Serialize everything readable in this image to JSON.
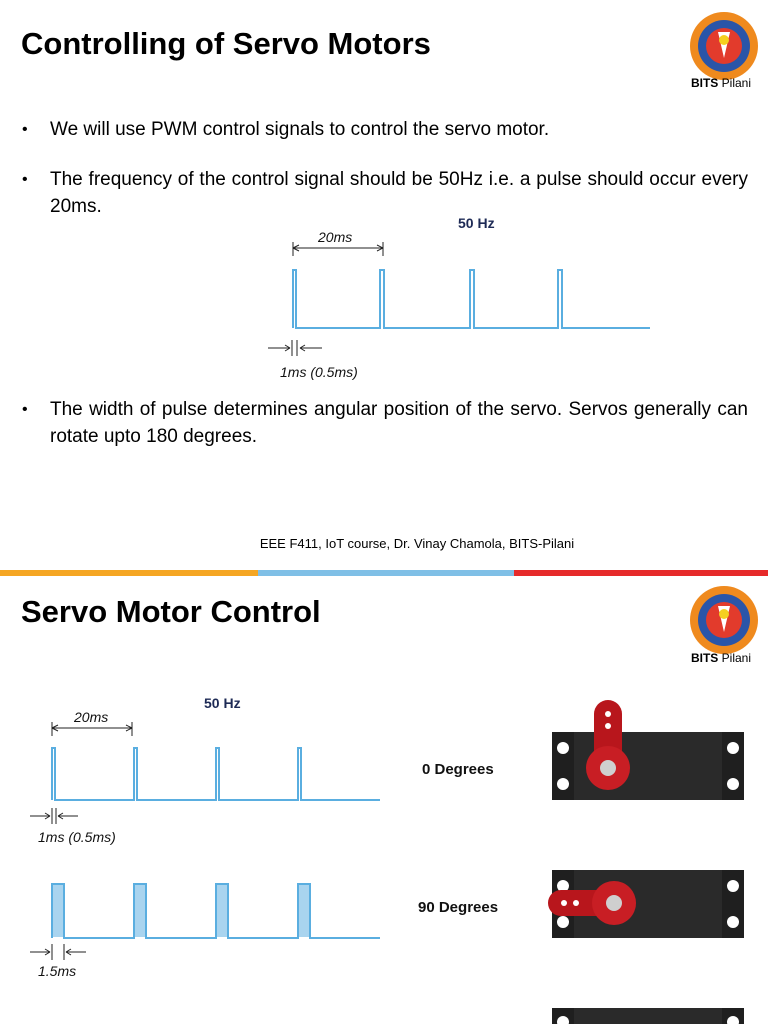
{
  "slide1": {
    "title": "Controlling of Servo Motors",
    "logo_label_bold": "BITS",
    "logo_label_rest": "Pilani",
    "bullets": [
      "We will use PWM control signals to control the servo motor.",
      "The frequency of the control signal should be 50Hz i.e. a pulse should occur every 20ms.",
      "The width of pulse determines angular position of the servo. Servos generally can rotate upto 180 degrees."
    ],
    "diagram": {
      "freq": "50 Hz",
      "period": "20ms",
      "pulse": "1ms  (0.5ms)"
    },
    "footer": "EEE F411, IoT course, Dr. Vinay Chamola, BITS-Pilani"
  },
  "slide2": {
    "title": "Servo Motor Control",
    "logo_label_bold": "BITS",
    "logo_label_rest": "Pilani",
    "diagram1": {
      "freq": "50 Hz",
      "period": "20ms",
      "pulse": "1ms  (0.5ms)",
      "position": "0 Degrees"
    },
    "diagram2": {
      "pulse": "1.5ms",
      "position": "90 Degrees"
    }
  },
  "colors": {
    "stripe_orange": "#f5a623",
    "stripe_blue": "#7fbfe6",
    "stripe_red": "#e62a2a",
    "wave": "#5aaee0"
  }
}
